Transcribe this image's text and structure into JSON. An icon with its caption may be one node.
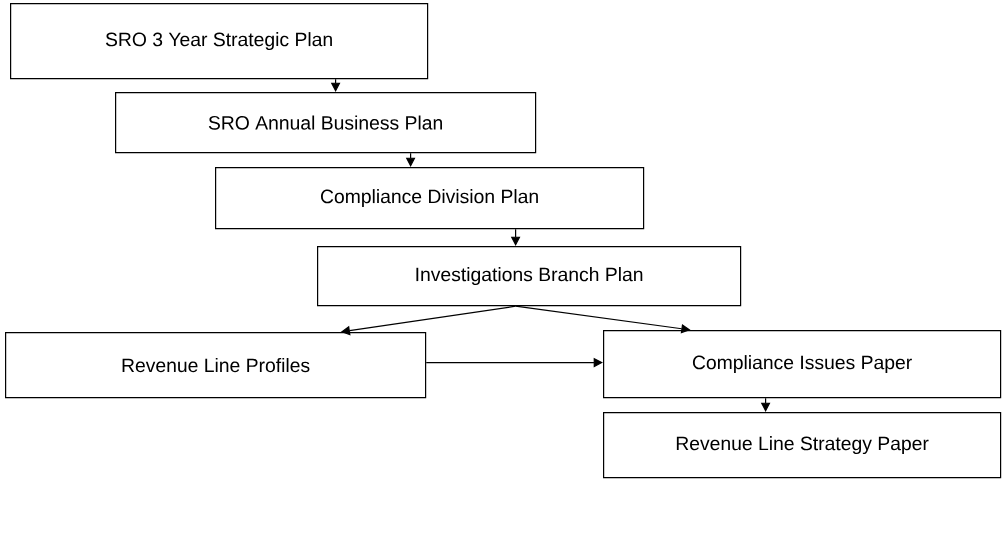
{
  "diagram": {
    "nodes": [
      {
        "text": [
          "SRO 3 Year Strategic Plan"
        ]
      },
      {
        "text": [
          "SRO Annual Business Plan"
        ]
      },
      {
        "text": [
          "Compliance Division Plan"
        ]
      },
      {
        "text": [
          "Investigations Branch Plan"
        ]
      },
      {
        "text": [
          "Revenue Line Profiles"
        ]
      },
      {
        "text": [
          "Compliance Issues Paper"
        ]
      },
      {
        "text": [
          "Revenue Line Strategy Paper"
        ]
      }
    ],
    "edges": [
      {
        "from": 0,
        "to": 1,
        "arrow": "to"
      },
      {
        "from": 1,
        "to": 2,
        "arrow": "to"
      },
      {
        "from": 2,
        "to": 3,
        "arrow": "to"
      },
      {
        "from": 3,
        "to": 4,
        "arrow": "to"
      },
      {
        "from": 3,
        "to": 5,
        "arrow": "to"
      },
      {
        "from": 4,
        "to": 5,
        "arrow": "to"
      },
      {
        "from": 5,
        "to": 6,
        "arrow": "to"
      }
    ]
  }
}
